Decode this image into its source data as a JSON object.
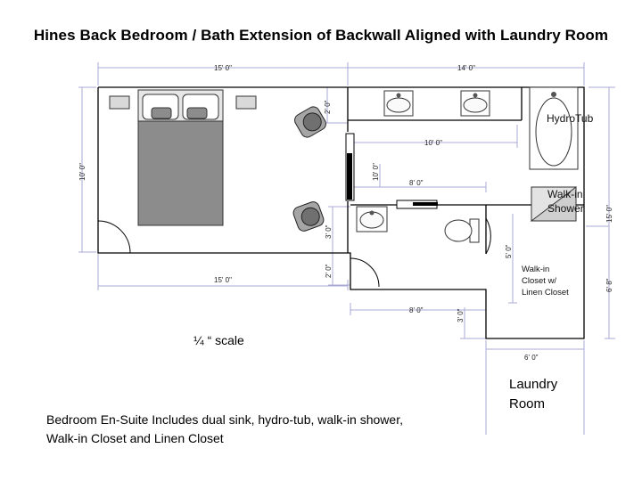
{
  "title": "Hines Back Bedroom / Bath Extension of Backwall Aligned with Laundry Room",
  "scale_note": "¼ “ scale",
  "laundry": {
    "line1": "Laundry",
    "line2": "Room"
  },
  "footer": {
    "line1": "Bedroom En-Suite Includes dual sink, hydro-tub, walk-in shower,",
    "line2": "Walk-in Closet and Linen Closet"
  },
  "rooms": {
    "hydrotub": "HydroTub",
    "shower_1": "Walk-in",
    "shower_2": "Shower",
    "closet_1": "Walk-in",
    "closet_2": "Closet w/",
    "closet_3": "Linen Closet"
  },
  "dimensions": {
    "top_bedroom": "15' 0\"",
    "top_bath": "14' 0\"",
    "left_height": "10' 0\"",
    "bottom_bedroom": "15' 0\"",
    "vanity_run": "10' 0\"",
    "inner_height": "10' 0\"",
    "bath_top": "8' 0\"",
    "bath_bottom": "8' 0\"",
    "bath_side": "3' 0\"",
    "hall_side": "2' 0\"",
    "right_total": "15' 0\"",
    "closet_height": "6' 8\"",
    "closet_door": "5' 0\"",
    "lower_side": "3' 0\"",
    "laundry_width": "6' 0\"",
    "vanity_side": "2' 0\""
  },
  "colors": {
    "wall": "#000000",
    "dimension_line": "#a9a9d6",
    "bed_fill": "#8c8c8c",
    "fixture_fill": "#d9d9d9"
  }
}
